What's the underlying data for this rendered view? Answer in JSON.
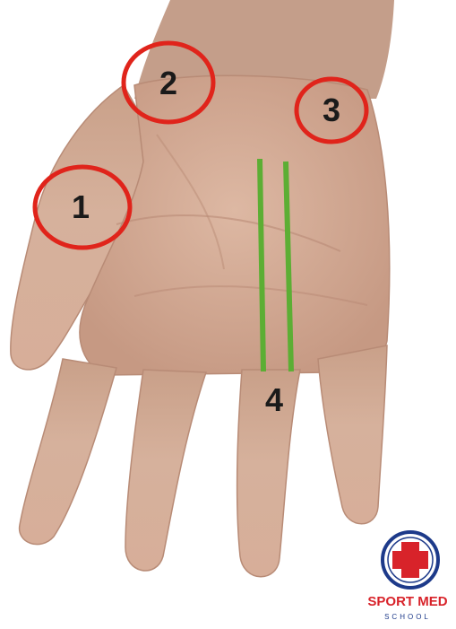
{
  "markers": {
    "m1": "1",
    "m2": "2",
    "m3": "3",
    "m4": "4"
  },
  "logo": {
    "title": "SPORT MED",
    "subtitle": "SCHOOL"
  },
  "colors": {
    "circle": "#e0241b",
    "line": "#5cae34",
    "skin": "#d3ab95",
    "logo_red": "#d8232a",
    "logo_blue": "#1d3a8a"
  }
}
